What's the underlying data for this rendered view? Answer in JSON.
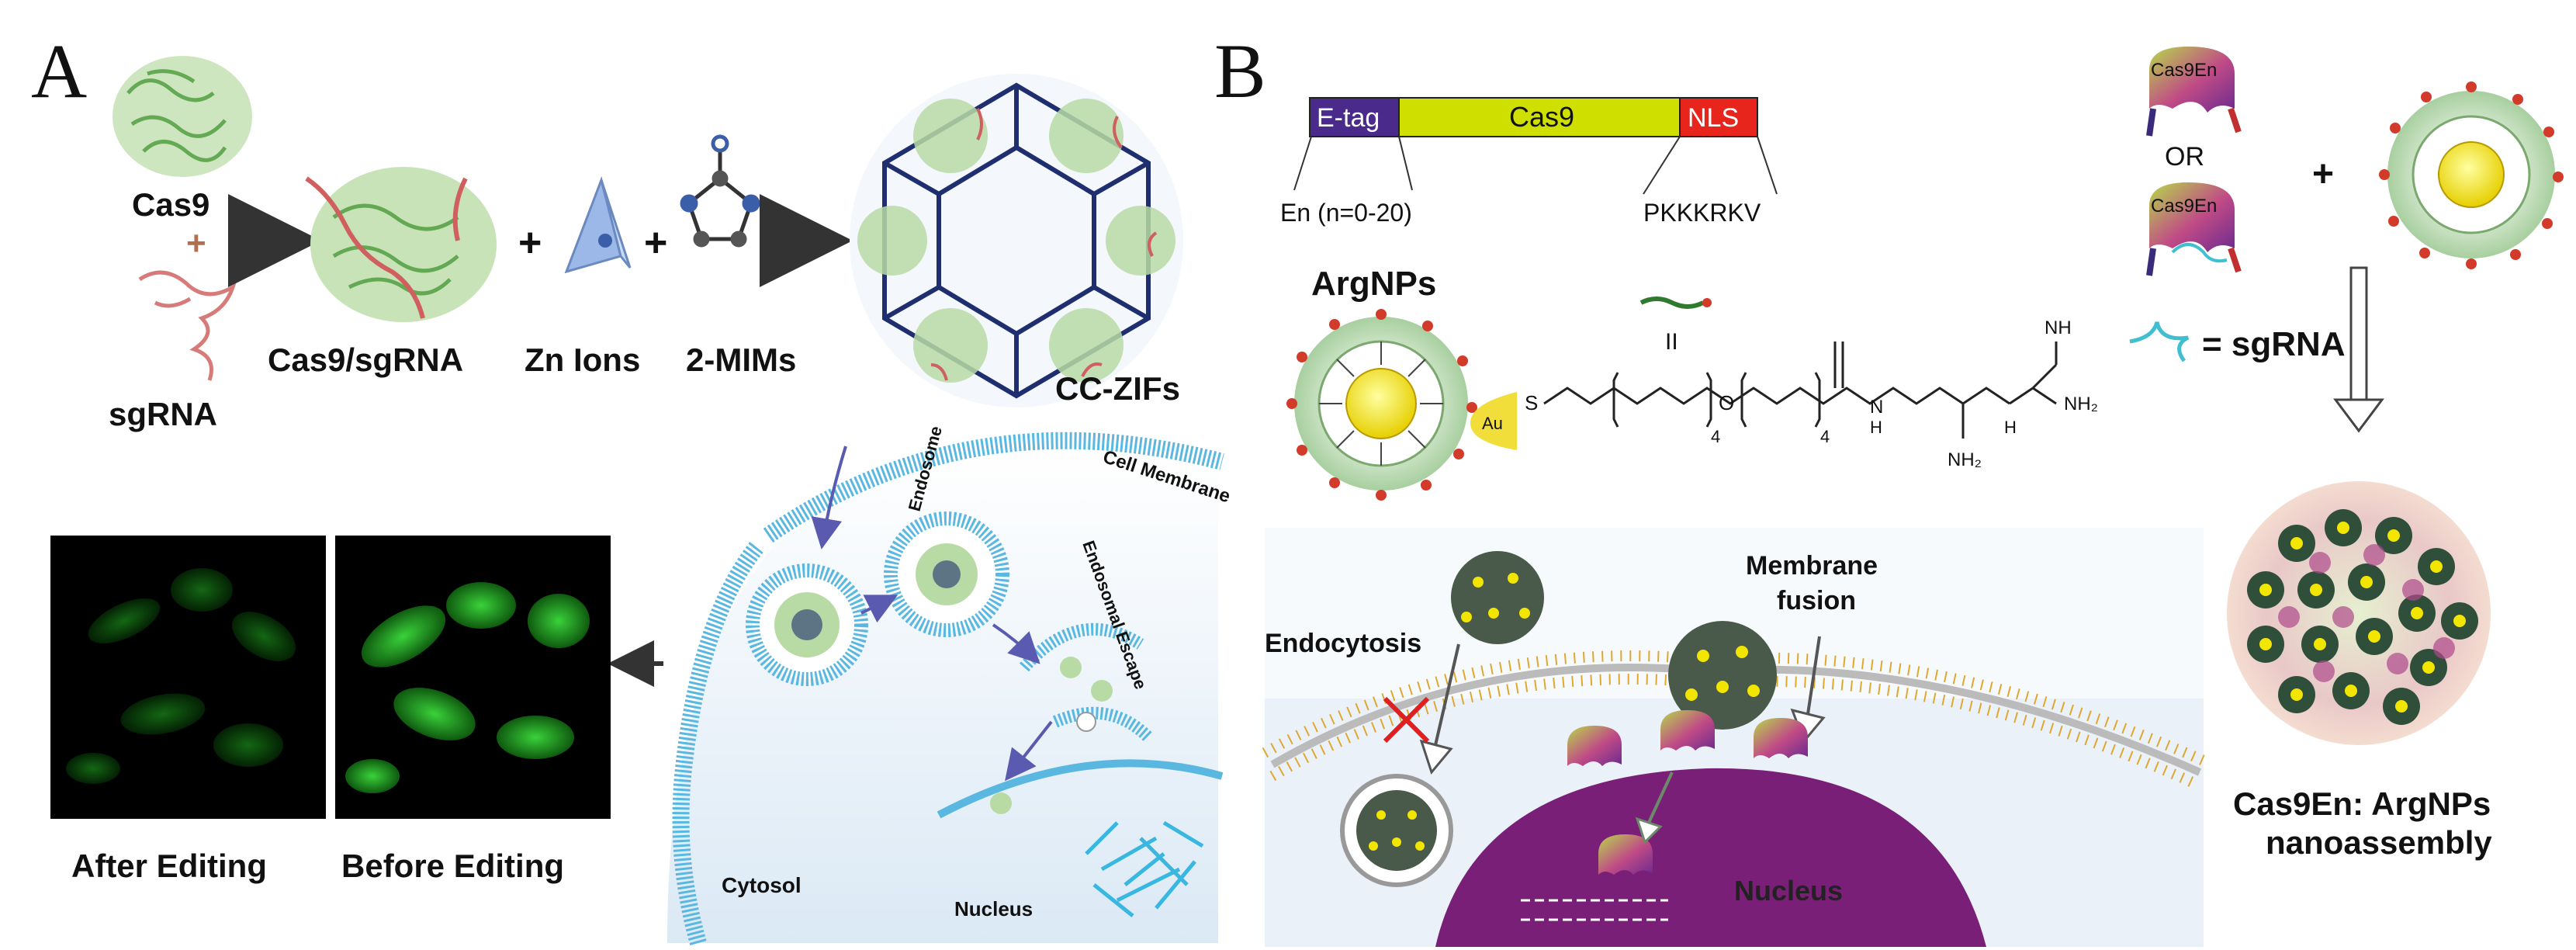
{
  "panel_a": {
    "letter": "A",
    "cas9": "Cas9",
    "plus1": "+",
    "sgrna": "sgRNA",
    "complex": "Cas9/sgRNA",
    "zn": "Zn Ions",
    "mim": "2-MIMs",
    "cczif": "CC-ZIFs",
    "plus2": "+",
    "plus3": "+",
    "cell_membrane": "Cell Membrane",
    "endosome": "Endosome",
    "escape": "Endosomal Escape",
    "cytosol": "Cytosol",
    "nucleus": "Nucleus",
    "after": "After Editing",
    "before": "Before Editing"
  },
  "panel_b": {
    "letter": "B",
    "etag": "E-tag",
    "cas9": "Cas9",
    "nls": "NLS",
    "en": "En (n=0-20)",
    "pkkkrkv": "PKKKRKV",
    "argnps": "ArgNPs",
    "au": "Au",
    "s": "S",
    "o": "O",
    "sub4a": "4",
    "sub4b": "4",
    "nh": "N",
    "h1": "H",
    "nh2": "NH",
    "nh2b": "NH₂",
    "nh2c": "NH₂",
    "h2": "H",
    "equals": "II",
    "cas9en1": "Cas9En",
    "or": "OR",
    "cas9en2": "Cas9En",
    "plus": "+",
    "sgrna_key": "= sgRNA",
    "endocytosis": "Endocytosis",
    "membrane_fusion_1": "Membrane",
    "membrane_fusion_2": "fusion",
    "nucleus": "Nucleus",
    "assembly_1": "Cas9En: ArgNPs",
    "assembly_2": "nanoassembly"
  },
  "colors": {
    "etag": "#4a2a8a",
    "cas9": "#cfe000",
    "nls": "#e8251c",
    "membrane": "#5ab8e0",
    "green_cell": "#2fbf2f",
    "nucleus_purple": "#7a1f78",
    "np_core": "#f2e600",
    "np_shell": "#b8d9b0"
  }
}
